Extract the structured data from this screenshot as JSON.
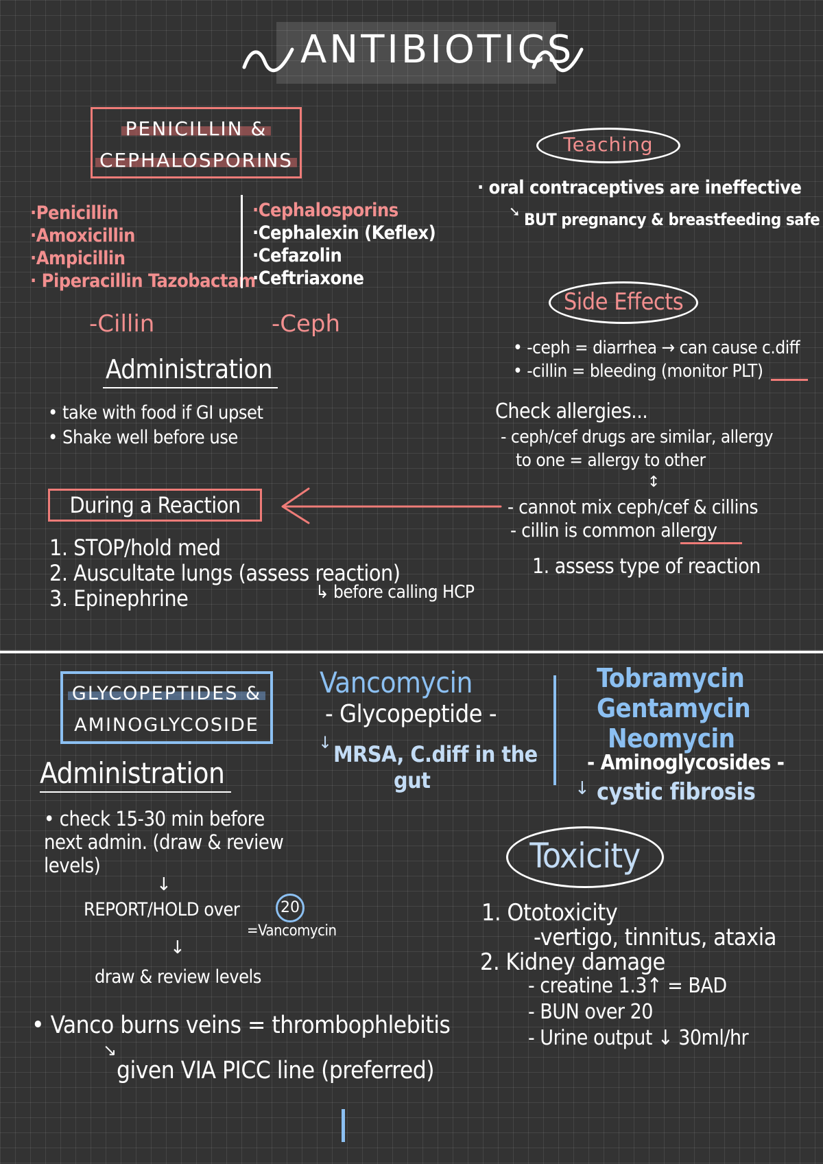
{
  "title": "ANTIBIOTICS",
  "penicillin_section": {
    "box_line1": "PENICILLIN &",
    "box_line2": "CEPHALOSPORINS",
    "penicillins": [
      "·Penicillin",
      "·Amoxicillin",
      "·Ampicillin",
      "· Piperacillin Tazobactam"
    ],
    "cephalosporins": [
      "·Cephalosporins",
      "·Cephalexin (Keflex)",
      "·Cefazolin",
      "·Ceftriaxone"
    ],
    "suffix_left": "-Cillin",
    "suffix_right": "-Ceph",
    "administration_heading": "Administration",
    "administration_items": [
      "• take with food if GI upset",
      "• Shake well before use"
    ],
    "reaction_heading": "During a Reaction",
    "reaction_steps": [
      "1. STOP/hold med",
      "2. Auscultate lungs (assess reaction)",
      "3. Epinephrine"
    ],
    "reaction_note": "↳ before calling HCP"
  },
  "teaching": {
    "heading": "Teaching",
    "line1": "· oral contraceptives are ineffective",
    "line2": "BUT pregnancy & breastfeeding safe"
  },
  "side_effects": {
    "heading": "Side Effects",
    "items": [
      "• -ceph = diarrhea → can cause c.diff",
      "• -cillin = bleeding (monitor PLT)"
    ]
  },
  "allergies": {
    "heading": "Check allergies...",
    "line1": "- ceph/cef drugs are similar, allergy",
    "line2": "to one = allergy to other",
    "line3": "- cannot mix ceph/cef & cillins",
    "line4": "- cillin is common allergy",
    "line5": "1. assess type of reaction"
  },
  "glyco_section": {
    "box_line1": "GLYCOPEPTIDES &",
    "box_line2": "AMINOGLYCOSIDE",
    "administration_heading": "Administration",
    "admin_line1": "• check 15-30 min before",
    "admin_line2": "next admin. (draw & review",
    "admin_line3": "levels)",
    "report": "REPORT/HOLD over",
    "report_value": "20",
    "report_note": "=Vancomycin",
    "draw_review": "draw & review levels",
    "vanco_burns": "• Vanco burns veins = thrombophlebitis",
    "picc": "given VIA PICC line (preferred)"
  },
  "vancomycin": {
    "name": "Vancomycin",
    "class": "- Glycopeptide -",
    "use_line1": "MRSA, C.diff in the",
    "use_line2": "gut"
  },
  "aminoglycosides": {
    "drugs": [
      "Tobramycin",
      "Gentamycin",
      "Neomycin"
    ],
    "class": "- Aminoglycosides -",
    "use": "cystic fibrosis"
  },
  "toxicity": {
    "heading": "Toxicity",
    "item1": "1. Ototoxicity",
    "item1_detail": "-vertigo, tinnitus, ataxia",
    "item2": "2. Kidney damage",
    "item2_details": [
      "- creatine 1.3↑ = BAD",
      "- BUN over 20",
      "- Urine output ↓ 30ml/hr"
    ]
  },
  "colors": {
    "background": "#333333",
    "pink_accent": "#f28f8f",
    "blue_accent": "#8cc0f2",
    "light_blue": "#c3dcf5"
  }
}
